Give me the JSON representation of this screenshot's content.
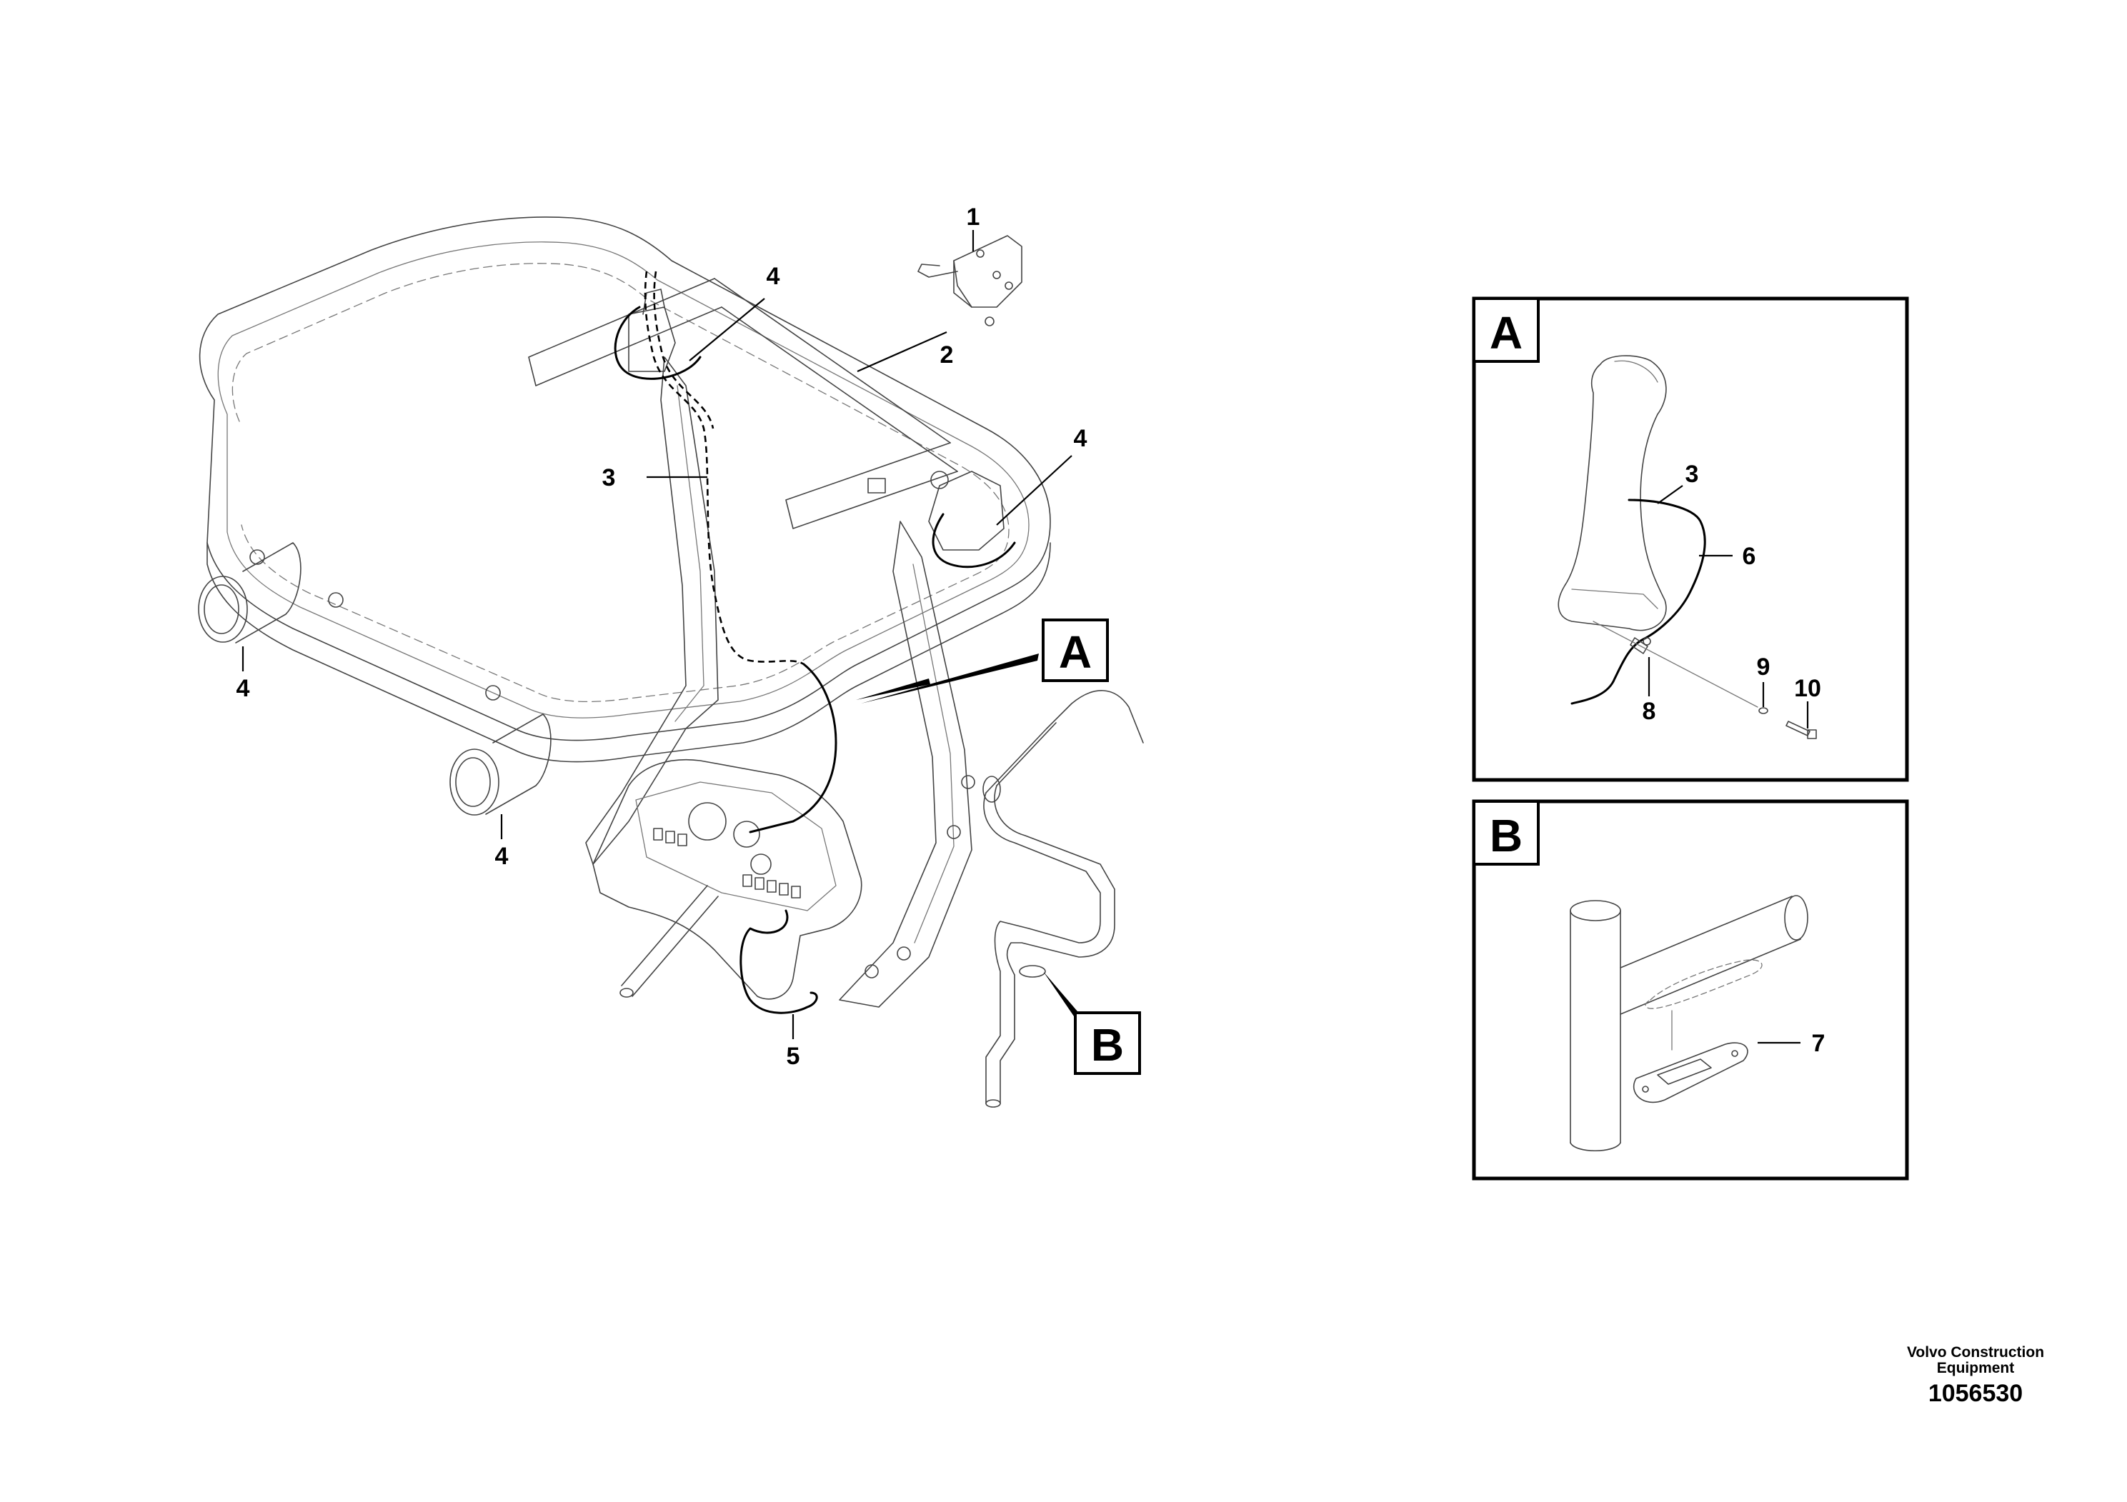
{
  "callouts": {
    "c1": "1",
    "c2": "2",
    "c3": "3",
    "c4a": "4",
    "c4b": "4",
    "c4c": "4",
    "c4d": "4",
    "c5": "5",
    "view_a": "A",
    "view_b": "B"
  },
  "detail_a": {
    "letter": "A",
    "callouts": [
      "3",
      "6",
      "9",
      "10",
      "8"
    ]
  },
  "detail_b": {
    "letter": "B",
    "callouts": [
      "7"
    ]
  },
  "footer": {
    "company_line1": "Volvo Construction",
    "company_line2": "Equipment",
    "document_number": "1056530"
  }
}
